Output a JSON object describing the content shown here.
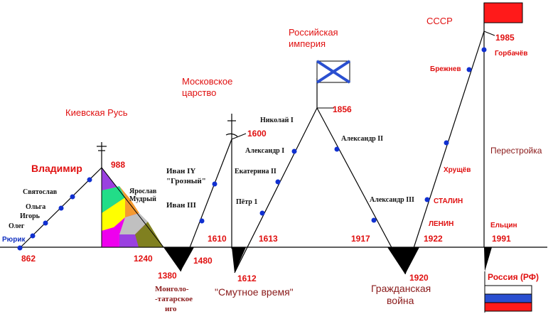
{
  "periods": {
    "kiev": "Киевская Русь",
    "moscow_1": "Московское",
    "moscow_2": "царство",
    "empire_1": "Российская",
    "empire_2": "империя",
    "ussr": "СССР",
    "perestroika": "Перестройка",
    "mongol_1": "Монголо-",
    "mongol_2": "-татарское",
    "mongol_3": "иго",
    "troubles": "\"Смутное время\"",
    "civil_1": "Гражданская",
    "civil_2": "война",
    "russia": "Россия (РФ)"
  },
  "rulers": {
    "rurik": "Рюрик",
    "oleg": "Олег",
    "igor": "Игорь",
    "olga": "Ольга",
    "svyatoslav": "Святослав",
    "vladimir": "Владимир",
    "yaroslav_1": "Ярослав",
    "yaroslav_2": "Мудрый",
    "ivan4_1": "Иван IY",
    "ivan4_2": "\"Грозный\"",
    "ivan3": "Иван III",
    "peter": "Пётр 1",
    "ekaterina": "Екатерина II",
    "alexander1": "Александр I",
    "nicholas1": "Николай I",
    "alexander2": "Александр II",
    "alexander3": "Александр III",
    "lenin": "ЛЕНИН",
    "stalin": "СТАЛИН",
    "khrushchev": "Хрущёв",
    "brezhnev": "Брежнев",
    "gorbachev": "Горбачёв",
    "yeltsin": "Ельцин"
  },
  "years": {
    "y862": "862",
    "y988": "988",
    "y1240": "1240",
    "y1380": "1380",
    "y1480": "1480",
    "y1600": "1600",
    "y1610": "1610",
    "y1613": "1613",
    "y1612": "1612",
    "y1856": "1856",
    "y1917": "1917",
    "y1922": "1922",
    "y1920": "1920",
    "y1991": "1991",
    "y1985": "1985"
  },
  "colors": {
    "label_red": "#e01010",
    "dot_blue": "#1030d0",
    "flag_red": "#ff1a1a",
    "flag_blue": "#2a4fd0",
    "tri_magenta": "#ee00ee",
    "tri_purple": "#9a40e0",
    "tri_green": "#22dd88",
    "tri_orange": "#f59a30",
    "tri_yellow": "#ffff00",
    "tri_grey": "#c0c0c0",
    "tri_olive": "#808020"
  }
}
